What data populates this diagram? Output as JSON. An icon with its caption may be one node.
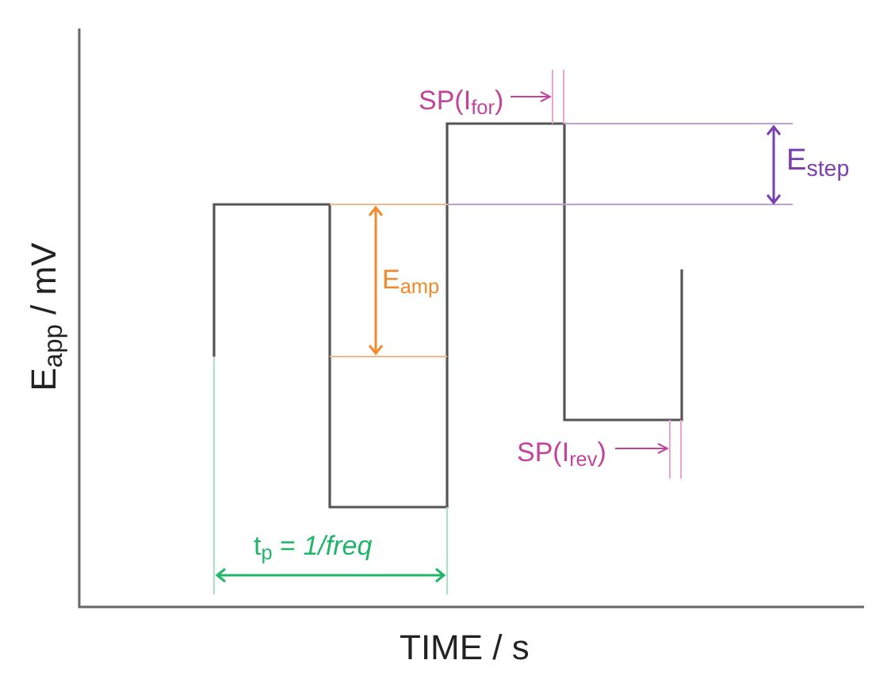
{
  "diagram": {
    "nodes": [
      {
        "text": [
          "SP(I$_{for}$)"
        ]
      },
      {
        "text": [],
        "shape": "bar"
      },
      {
        "text": [
          "SP(I$_{rev}$)"
        ]
      },
      {
        "text": [],
        "shape": "bar"
      }
    ],
    "edges": [
      {
        "from": 0,
        "to": 1,
        "arrow": "to"
      },
      {
        "from": 2,
        "to": 3,
        "arrow": "to"
      }
    ],
    "labels": [
      "E$_{step}$",
      "E$_{app}$ / mV",
      "E$_{amp}$",
      "t$_{p}$ = *1/freq*",
      "TIME / s"
    ]
  }
}
